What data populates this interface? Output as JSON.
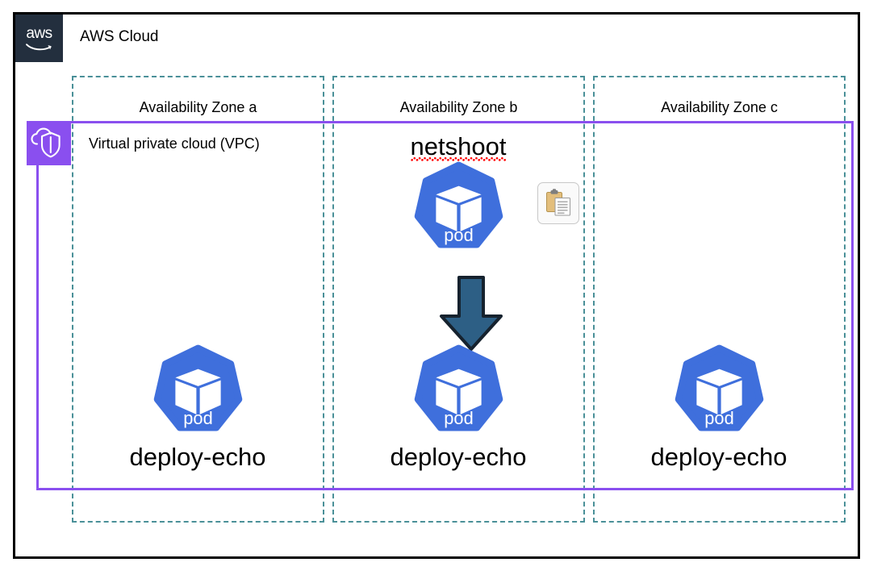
{
  "diagram": {
    "cloud": {
      "title": "AWS Cloud",
      "logo_text": "aws",
      "logo_icon": "aws-logo-icon",
      "logo_bg": "#232F3E",
      "border_color": "#000000"
    },
    "vpc": {
      "title": "Virtual private cloud (VPC)",
      "icon": "vpc-cloud-shield-icon",
      "accent": "#8A4FEF"
    },
    "availability_zones": [
      {
        "id": "a",
        "label": "Availability Zone a"
      },
      {
        "id": "b",
        "label": "Availability Zone b"
      },
      {
        "id": "c",
        "label": "Availability Zone c"
      }
    ],
    "az_border_color": "#4A9098",
    "nodes": [
      {
        "id": "netshoot",
        "zone": "b",
        "caption": "netshoot",
        "caption_position": "above",
        "spellcheck_flagged": true,
        "icon": "kubernetes-pod-icon",
        "icon_label": "pod",
        "icon_color": "#3F6FDC"
      },
      {
        "id": "deploy-echo-a",
        "zone": "a",
        "caption": "deploy-echo",
        "caption_position": "below",
        "spellcheck_flagged": false,
        "icon": "kubernetes-pod-icon",
        "icon_label": "pod",
        "icon_color": "#3F6FDC"
      },
      {
        "id": "deploy-echo-b",
        "zone": "b",
        "caption": "deploy-echo",
        "caption_position": "below",
        "spellcheck_flagged": false,
        "icon": "kubernetes-pod-icon",
        "icon_label": "pod",
        "icon_color": "#3F6FDC"
      },
      {
        "id": "deploy-echo-c",
        "zone": "c",
        "caption": "deploy-echo",
        "caption_position": "below",
        "spellcheck_flagged": false,
        "icon": "kubernetes-pod-icon",
        "icon_label": "pod",
        "icon_color": "#3F6FDC"
      }
    ],
    "connections": [
      {
        "id": "netshoot-to-echo-b",
        "from": "netshoot",
        "to": "deploy-echo-b",
        "shape": "block-arrow",
        "direction": "down",
        "fill": "#2D5F85",
        "stroke": "#16222E"
      }
    ],
    "paste_button": {
      "icon": "clipboard-paste-icon",
      "clipboard_color": "#E3BE7C",
      "clip_color": "#7E7E7E"
    }
  }
}
